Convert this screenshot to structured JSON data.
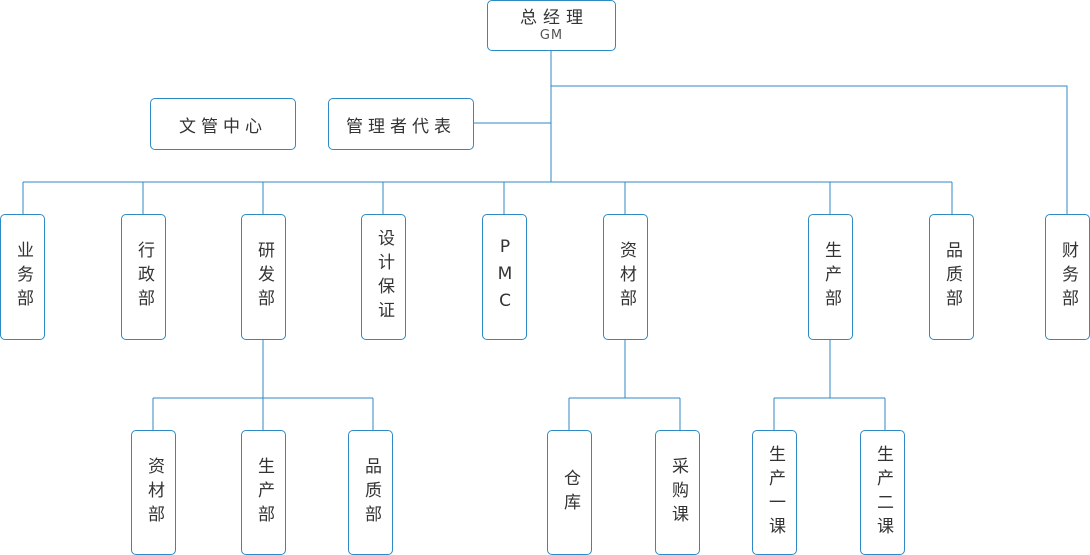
{
  "colors": {
    "line": "#2e8ac4",
    "border": "#2e8ac4",
    "text": "#333333"
  },
  "top": {
    "title": "总经理",
    "subtitle": "GM"
  },
  "side_nodes": [
    "文管中心",
    "管理者代表"
  ],
  "departments": [
    "业务部",
    "行政部",
    "研发部",
    "设计保证",
    "PMC",
    "资材部",
    "生产部",
    "品质部",
    "财务部"
  ],
  "sub_units": {
    "rd": [
      "资材部",
      "生产部",
      "品质部"
    ],
    "materials": [
      "仓库",
      "采购课"
    ],
    "production": [
      "生产一课",
      "生产二课"
    ]
  }
}
